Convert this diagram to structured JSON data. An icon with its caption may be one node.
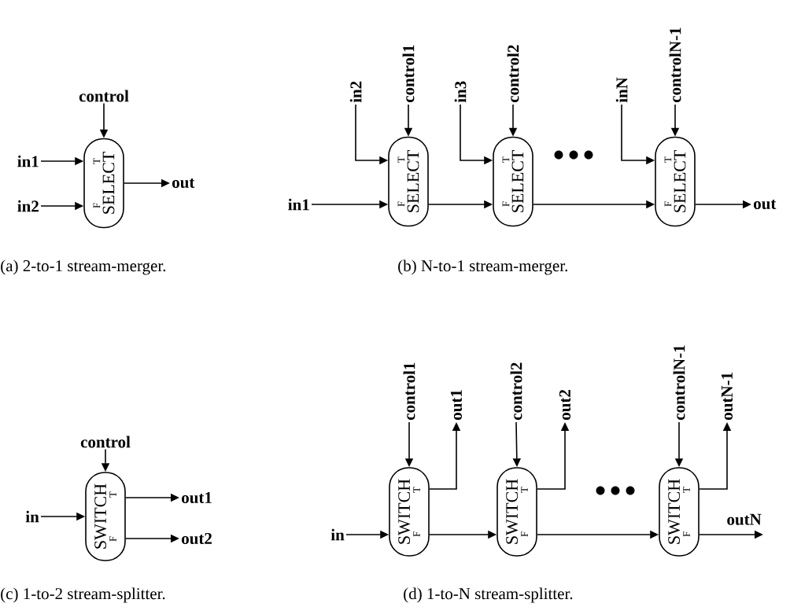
{
  "diagram": {
    "nodes": [
      {
        "text": [
          "control"
        ]
      },
      {
        "text": [
          "in1"
        ]
      },
      {
        "text": [
          "in2"
        ]
      },
      {
        "text": [
          "SELECT",
          "T",
          "F"
        ]
      },
      {
        "text": [
          "out"
        ]
      },
      {
        "text": [
          "in2"
        ]
      },
      {
        "text": [
          "control1"
        ]
      },
      {
        "text": [
          "in3"
        ]
      },
      {
        "text": [
          "control2"
        ]
      },
      {
        "text": [
          "inN"
        ]
      },
      {
        "text": [
          "controlN-1"
        ]
      },
      {
        "text": [
          "in1"
        ]
      },
      {
        "text": [
          "SELECT",
          "T",
          "F"
        ]
      },
      {
        "text": [
          "SELECT",
          "T",
          "F"
        ]
      },
      {
        "text": [
          "SELECT",
          "T",
          "F"
        ]
      },
      {
        "text": [
          "out"
        ]
      },
      {
        "text": [
          "control"
        ]
      },
      {
        "text": [
          "in"
        ]
      },
      {
        "text": [
          "SWITCH",
          "T",
          "F"
        ]
      },
      {
        "text": [
          "out1"
        ]
      },
      {
        "text": [
          "out2"
        ]
      },
      {
        "text": [
          "control1"
        ]
      },
      {
        "text": [
          "out1"
        ]
      },
      {
        "text": [
          "control2"
        ]
      },
      {
        "text": [
          "out2"
        ]
      },
      {
        "text": [
          "controlN-1"
        ]
      },
      {
        "text": [
          "outN-1"
        ]
      },
      {
        "text": [
          "in"
        ]
      },
      {
        "text": [
          "SWITCH",
          "T",
          "F"
        ]
      },
      {
        "text": [
          "SWITCH",
          "T",
          "F"
        ]
      },
      {
        "text": [
          "SWITCH",
          "T",
          "F"
        ]
      },
      {
        "text": [
          "outN"
        ]
      }
    ],
    "edges": [
      {
        "from": 0,
        "to": 3,
        "arrow": "to"
      },
      {
        "from": 1,
        "to": 3,
        "arrow": "to"
      },
      {
        "from": 2,
        "to": 3,
        "arrow": "to"
      },
      {
        "from": 3,
        "to": 4,
        "arrow": "to"
      },
      {
        "from": 11,
        "to": 12,
        "arrow": "to"
      },
      {
        "from": 5,
        "to": 12,
        "arrow": "to"
      },
      {
        "from": 6,
        "to": 12,
        "arrow": "to"
      },
      {
        "from": 12,
        "to": 13,
        "arrow": "to"
      },
      {
        "from": 7,
        "to": 13,
        "arrow": "to"
      },
      {
        "from": 8,
        "to": 13,
        "arrow": "to"
      },
      {
        "from": 13,
        "to": 14,
        "arrow": "to"
      },
      {
        "from": 9,
        "to": 14,
        "arrow": "to"
      },
      {
        "from": 10,
        "to": 14,
        "arrow": "to"
      },
      {
        "from": 14,
        "to": 15,
        "arrow": "to"
      },
      {
        "from": 16,
        "to": 18,
        "arrow": "to"
      },
      {
        "from": 17,
        "to": 18,
        "arrow": "to"
      },
      {
        "from": 18,
        "to": 19,
        "arrow": "to"
      },
      {
        "from": 18,
        "to": 20,
        "arrow": "to"
      },
      {
        "from": 27,
        "to": 28,
        "arrow": "to"
      },
      {
        "from": 21,
        "to": 28,
        "arrow": "to"
      },
      {
        "from": 28,
        "to": 22,
        "arrow": "to"
      },
      {
        "from": 28,
        "to": 29,
        "arrow": "to"
      },
      {
        "from": 23,
        "to": 29,
        "arrow": "to"
      },
      {
        "from": 29,
        "to": 24,
        "arrow": "to"
      },
      {
        "from": 29,
        "to": 30,
        "arrow": "to"
      },
      {
        "from": 25,
        "to": 30,
        "arrow": "to"
      },
      {
        "from": 30,
        "to": 26,
        "arrow": "to"
      },
      {
        "from": 30,
        "to": 31,
        "arrow": "to"
      }
    ],
    "labels": [
      "(a) 2-to-1 stream-merger.",
      "(b) N-to-1 stream-merger.",
      "(c) 1-to-2 stream-splitter.",
      "(d) 1-to-N stream-splitter."
    ]
  }
}
